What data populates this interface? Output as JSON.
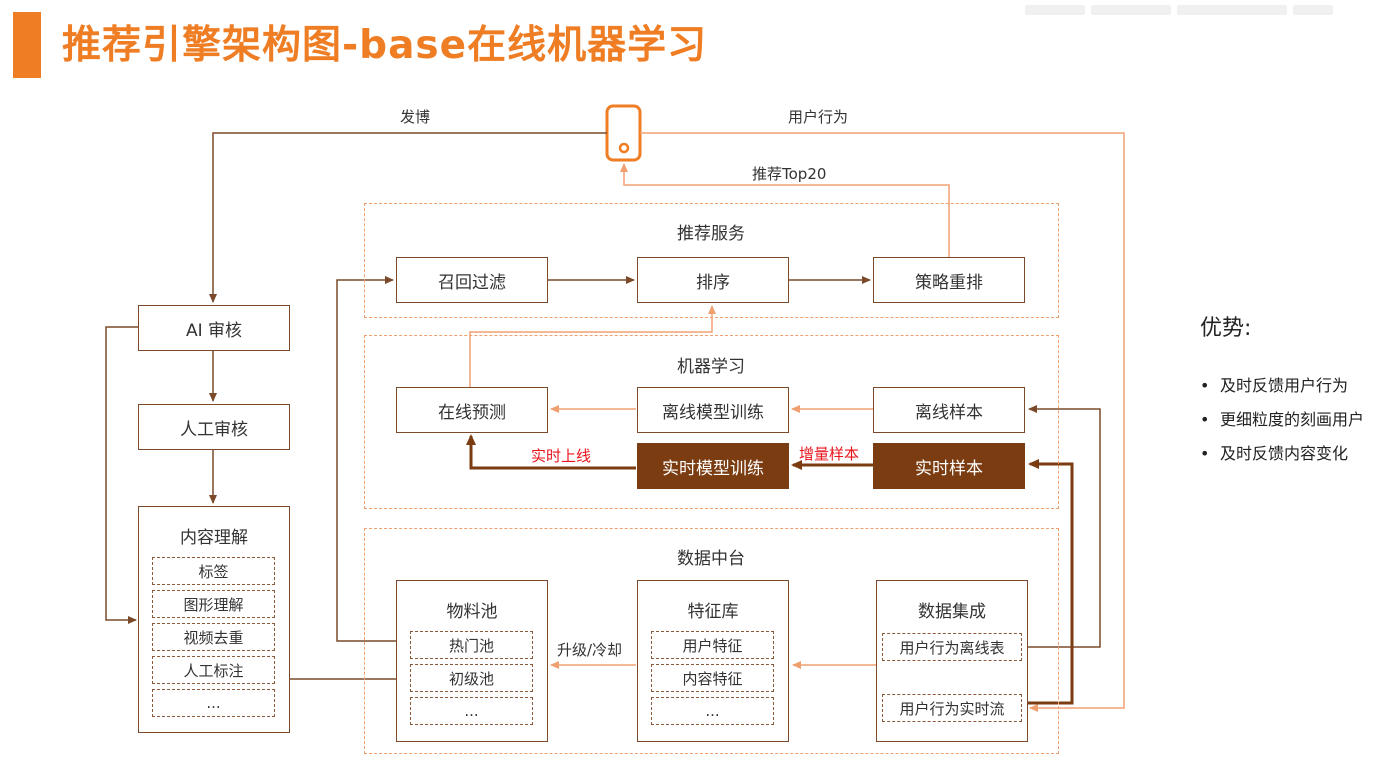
{
  "title": "推荐引擎架构图-base在线机器学习",
  "edge_labels": {
    "post": "发博",
    "user_behavior": "用户行为",
    "top20": "推荐Top20",
    "realtime_online": "实时上线",
    "incremental_samples": "增量样本",
    "upgrade_cool": "升级/冷却"
  },
  "review": {
    "ai": "AI 审核",
    "manual": "人工审核",
    "content_understanding": {
      "title": "内容理解",
      "items": [
        "标签",
        "图形理解",
        "视频去重",
        "人工标注",
        "..."
      ]
    }
  },
  "groups": {
    "service": "推荐服务",
    "ml": "机器学习",
    "data": "数据中台"
  },
  "service": {
    "recall": "召回过滤",
    "rank": "排序",
    "rerank": "策略重排"
  },
  "ml": {
    "online_predict": "在线预测",
    "offline_train": "离线模型训练",
    "offline_samples": "离线样本",
    "realtime_train": "实时模型训练",
    "realtime_samples": "实时样本"
  },
  "data": {
    "material_pool": {
      "title": "物料池",
      "items": [
        "热门池",
        "初级池",
        "..."
      ]
    },
    "feature_store": {
      "title": "特征库",
      "items": [
        "用户特征",
        "内容特征",
        "..."
      ]
    },
    "integration": {
      "title": "数据集成",
      "items": [
        "用户行为离线表",
        "用户行为实时流"
      ]
    }
  },
  "advantages": {
    "title": "优势:",
    "items": [
      "及时反馈用户行为",
      "更细粒度的刻画用户",
      "及时反馈内容变化"
    ]
  },
  "colors": {
    "accent": "#ef7d24",
    "line_dark": "#7a4a2a",
    "line_orange": "#f0a070",
    "dark_fill": "#7a3c10",
    "red_label": "#e8141c"
  }
}
